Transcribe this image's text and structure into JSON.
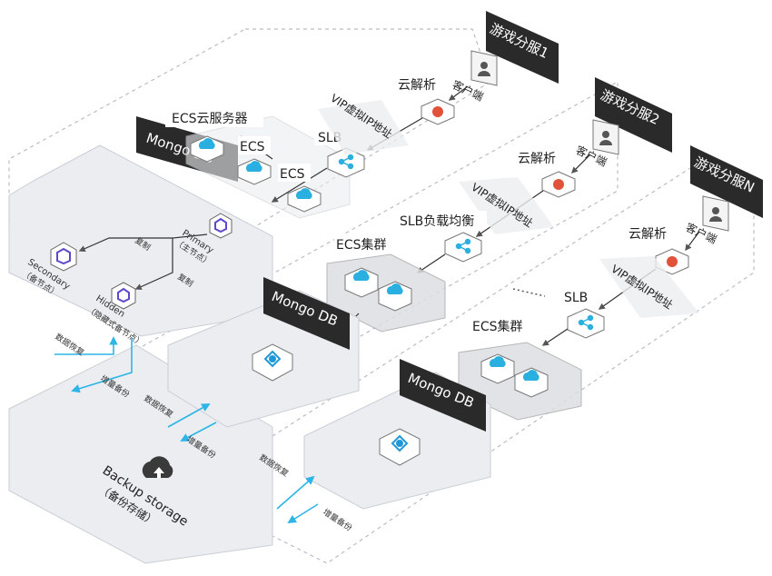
{
  "title": "",
  "colors": {
    "plate": "#ebedf0",
    "plate_stroke": "#c9ced6",
    "dark": "#2a2a2a",
    "dns_red": "#e0533a",
    "ecs_blue": "#2ab0e0",
    "mongo_blue": "#1e98d6",
    "secondary_purple": "#5b49c9",
    "flow_cyan": "#2cb5e6",
    "dash": "#b9bdc4"
  },
  "game_servers": [
    {
      "name": "游戏分服1",
      "client": "客户端",
      "dns": "云解析",
      "vip": "VIP虚拟IP地址"
    },
    {
      "name": "游戏分服2",
      "client": "客户端",
      "dns": "云解析",
      "vip": "VIP虚拟IP地址"
    },
    {
      "name": "游戏分服N",
      "client": "客户端",
      "dns": "云解析",
      "vip": "VIP虚拟IP地址"
    }
  ],
  "server1": {
    "slb": "SLB",
    "ecs_cloud": "ECS云服务器",
    "ecs_a": "ECS",
    "ecs_b": "ECS",
    "mongo": "Mongo DB",
    "primary": "Primary",
    "primary_cn": "（主节点）",
    "secondary": "Secondary",
    "secondary_cn": "（备节点）",
    "hidden": "Hidden",
    "hidden_cn": "（隐藏式备节点）",
    "replicate1": "复制",
    "replicate2": "复制"
  },
  "server2": {
    "slb": "SLB负载均衡",
    "ecs_cluster": "ECS集群",
    "mongo": "Mongo DB"
  },
  "serverN": {
    "slb": "SLB",
    "ecs_cluster": "ECS集群",
    "mongo": "Mongo DB"
  },
  "backup": {
    "title": "Backup storage",
    "subtitle": "（备份存储）"
  },
  "flows": {
    "restore": "数据恢复",
    "incremental": "增量备份"
  }
}
